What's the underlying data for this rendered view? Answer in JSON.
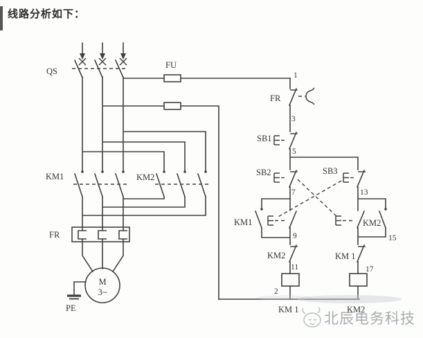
{
  "title": "线路分析如下：",
  "power_circuit": {
    "switch_label": "QS",
    "fuse_label": "FU",
    "km1_contacts_label": "KM1",
    "km2_contacts_label": "KM2",
    "thermal_relay_label": "FR",
    "motor_label": "M",
    "motor_phase_label": "3~",
    "ground_label": "PE"
  },
  "control_circuit": {
    "thermal_contact_label": "FR",
    "stop_button_label": "SB1",
    "button2_label": "SB2",
    "button3_label": "SB3",
    "km1_latch_label": "KM1",
    "km2_latch_label": "KM2",
    "km2_interlock_label": "KM2",
    "km1_interlock_label": "KM 1",
    "km1_coil_label": "KM 1",
    "km2_coil_label": "KM2",
    "wire_numbers": {
      "n1": "1",
      "n2": "2",
      "n3": "3",
      "n5": "5",
      "n7": "7",
      "n9": "9",
      "n11": "11",
      "n13": "13",
      "n15": "15",
      "n17": "17"
    }
  },
  "watermark": {
    "text": "北辰电务科技"
  },
  "colors": {
    "line": "#404040",
    "watermark": "#9aa0a3"
  }
}
